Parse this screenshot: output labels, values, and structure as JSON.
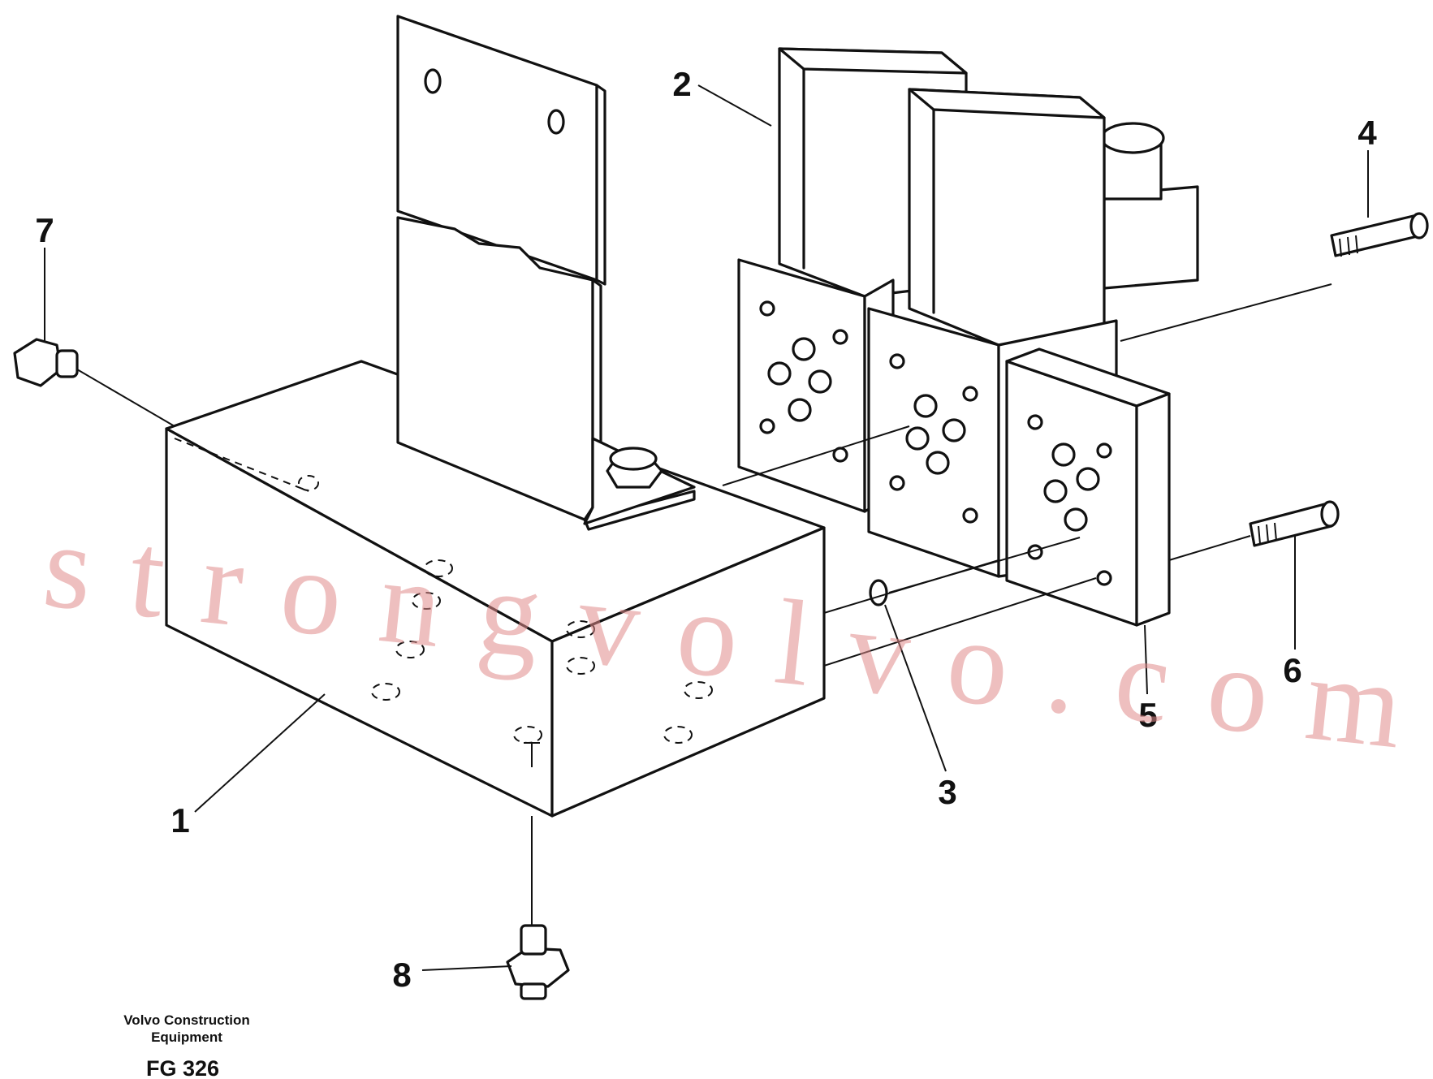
{
  "callouts": [
    {
      "id": "1",
      "label": "1"
    },
    {
      "id": "2",
      "label": "2"
    },
    {
      "id": "3",
      "label": "3"
    },
    {
      "id": "4",
      "label": "4"
    },
    {
      "id": "5",
      "label": "5"
    },
    {
      "id": "6",
      "label": "6"
    },
    {
      "id": "7",
      "label": "7"
    },
    {
      "id": "8",
      "label": "8"
    }
  ],
  "caption": {
    "line1": "Volvo Construction",
    "line2": "Equipment",
    "figure_id": "FG 326"
  },
  "watermark": "strongvolvo.com",
  "colors": {
    "line": "#111111",
    "watermark": "#e08a8a",
    "background": "#ffffff"
  }
}
